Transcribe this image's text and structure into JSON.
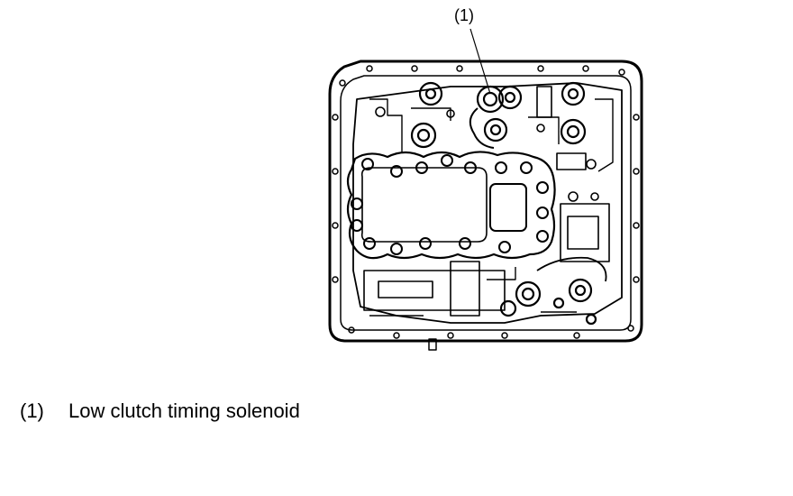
{
  "callout": {
    "marker": "(1)"
  },
  "legend": {
    "items": [
      {
        "number": "(1)",
        "description": "Low clutch timing solenoid"
      }
    ]
  }
}
